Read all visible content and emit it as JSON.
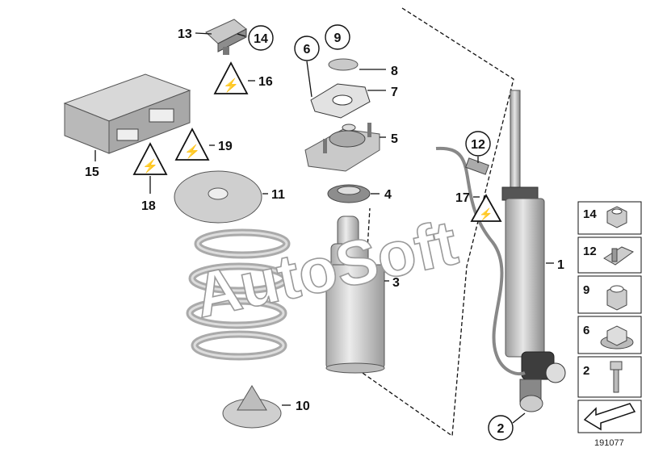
{
  "diagram": {
    "reference_code": "191077",
    "watermark": "AutoSoft",
    "parts": [
      {
        "number": "1"
      },
      {
        "number": "2"
      },
      {
        "number": "3"
      },
      {
        "number": "4"
      },
      {
        "number": "5"
      },
      {
        "number": "6"
      },
      {
        "number": "7"
      },
      {
        "number": "8"
      },
      {
        "number": "9"
      },
      {
        "number": "10"
      },
      {
        "number": "11"
      },
      {
        "number": "12"
      },
      {
        "number": "13"
      },
      {
        "number": "14"
      },
      {
        "number": "15"
      },
      {
        "number": "16"
      },
      {
        "number": "17"
      },
      {
        "number": "18"
      },
      {
        "number": "19"
      }
    ],
    "legend": [
      {
        "number": "14",
        "icon": "hex-nut-icon"
      },
      {
        "number": "12",
        "icon": "clip-icon"
      },
      {
        "number": "9",
        "icon": "self-locking-nut-icon"
      },
      {
        "number": "6",
        "icon": "collar-nut-icon"
      },
      {
        "number": "2",
        "icon": "bolt-icon"
      },
      {
        "icon": "direction-arrow-icon"
      }
    ]
  }
}
